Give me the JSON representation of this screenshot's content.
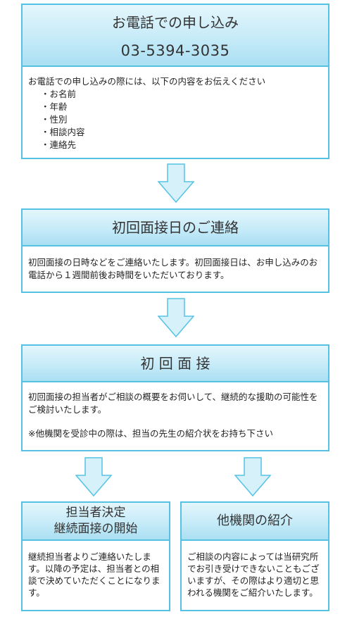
{
  "step1": {
    "title": "お電話での申し込み",
    "phone": "03-5394-3035",
    "intro": "お電話での申し込みの際には、以下の内容をお伝えください",
    "items": [
      "お名前",
      "年齢",
      "性別",
      "相談内容",
      "連絡先"
    ]
  },
  "step2": {
    "title": "初回面接日のご連絡",
    "text": "初回面接の日時などをご連絡いたします。初回面接日は、お申し込みのお電話から１週間前後お時間をいただいております。"
  },
  "step3": {
    "title": "初 回 面 接",
    "text": "初回面接の担当者がご相談の概要をお伺いして、継続的な援助の可能性をご検討いたします。",
    "note": "※他機関を受診中の際は、担当の先生の紹介状をお持ち下さい"
  },
  "step4a": {
    "title_line1": "担当者決定",
    "title_line2": "継続面接の開始",
    "text": "継続担当者よりご連絡いたします。以降の予定は、担当者との相談で決めていただくことになります。"
  },
  "step4b": {
    "title": "他機関の紹介",
    "text": "ご相談の内容によっては当研究所でお引き受けできないこともございますが、その際はより適切と思われる機関をご紹介いたします。"
  },
  "colors": {
    "border": "#56c2e3",
    "header_top": "#e4f6fc",
    "header_bottom": "#aadff2",
    "arrow_fill": "#d6f1fa"
  }
}
